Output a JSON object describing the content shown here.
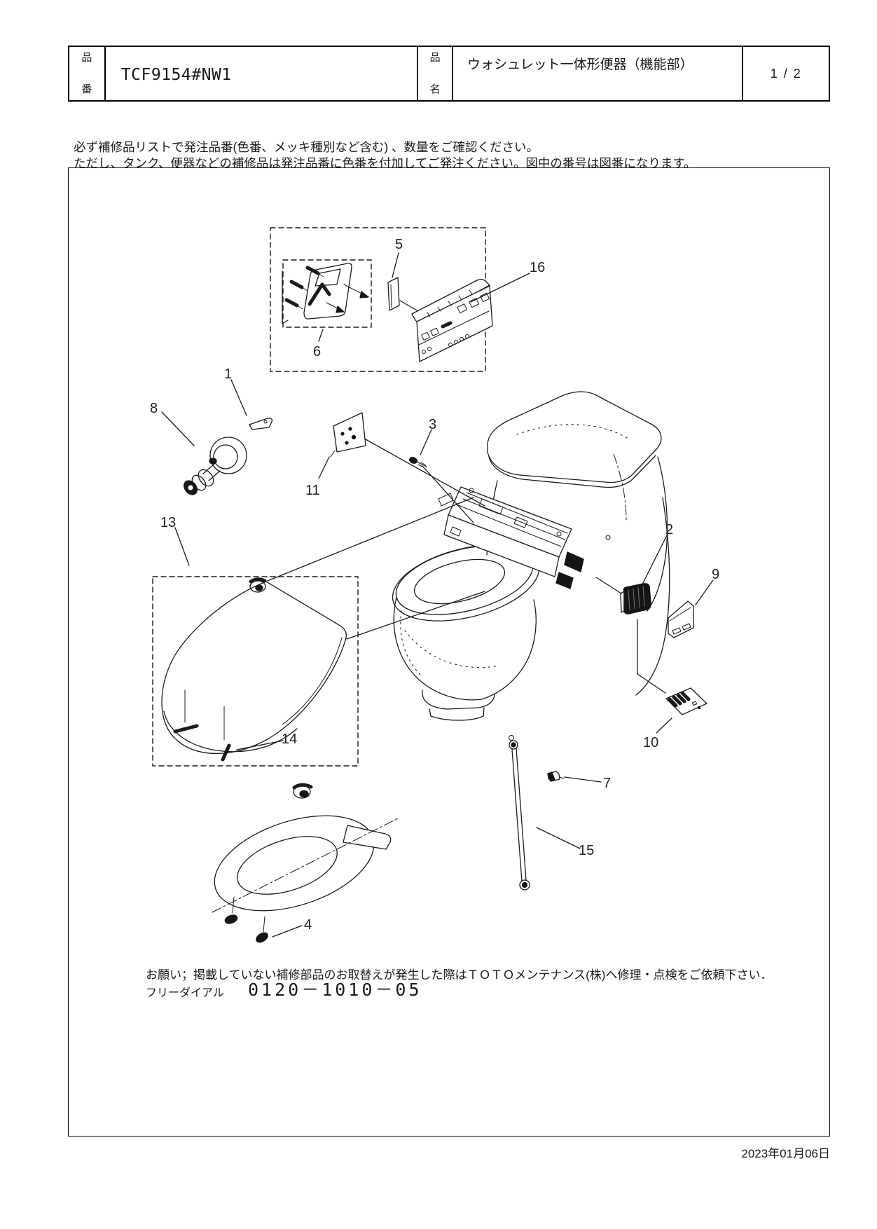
{
  "colors": {
    "ink": "#1a1a1a",
    "paper": "#ffffff"
  },
  "header": {
    "part_no_label_top": "品",
    "part_no_label_bottom": "番",
    "part_no_value": "TCF9154#NW1",
    "name_label_top": "品",
    "name_label_bottom": "名",
    "product_name": "ウォシュレット一体形便器（機能部）",
    "page_indicator": "1 / 2"
  },
  "notice": {
    "line1": "必ず補修品リストで発注品番(色番、メッキ種別など含む) 、数量をご確認ください。",
    "line2": "ただし、タンク、便器などの補修品は発注品番に色番を付加してご発注ください。図中の番号は図番になります。"
  },
  "diagram": {
    "parts": {
      "n1": "1",
      "n2": "2",
      "n3": "3",
      "n4": "4",
      "n5": "5",
      "n6": "6",
      "n7": "7",
      "n8": "8",
      "n9": "9",
      "n10": "10",
      "n11": "11",
      "n13": "13",
      "n14": "14",
      "n15": "15",
      "n16": "16"
    }
  },
  "footer": {
    "request_line": "お願い；掲載していない補修部品のお取替えが発生した際はＴＯＴＯメンテナンス(株)へ修理・点検をご依頼下さい．",
    "phone_label": "フリーダイアル",
    "phone_number": "0120－1010－05"
  },
  "date": "2023年01月06日"
}
